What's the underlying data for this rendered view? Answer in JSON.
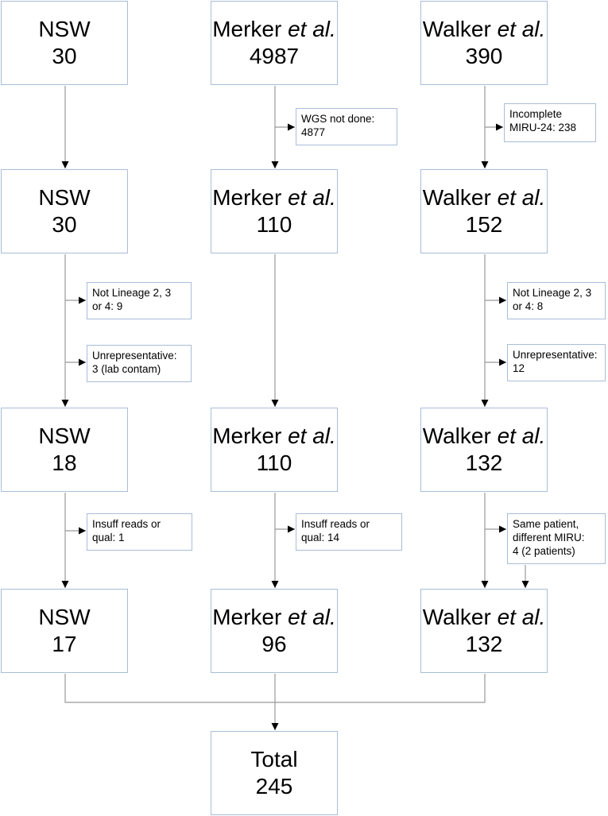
{
  "columns": [
    {
      "boxes": [
        {
          "name": "NSW",
          "italic": "",
          "count": "30"
        },
        {
          "name": "NSW",
          "italic": "",
          "count": "30"
        },
        {
          "name": "NSW",
          "italic": "",
          "count": "18"
        },
        {
          "name": "NSW",
          "italic": "",
          "count": "17"
        }
      ]
    },
    {
      "boxes": [
        {
          "name": "Merker ",
          "italic": "et al.",
          "count": "4987"
        },
        {
          "name": "Merker ",
          "italic": "et al.",
          "count": "110"
        },
        {
          "name": "Merker ",
          "italic": "et al.",
          "count": "110"
        },
        {
          "name": "Merker ",
          "italic": "et al.",
          "count": "96"
        }
      ]
    },
    {
      "boxes": [
        {
          "name": "Walker ",
          "italic": "et al.",
          "count": "390"
        },
        {
          "name": "Walker ",
          "italic": "et al.",
          "count": "152"
        },
        {
          "name": "Walker ",
          "italic": "et al.",
          "count": "132"
        },
        {
          "name": "Walker ",
          "italic": "et al.",
          "count": "132"
        }
      ]
    }
  ],
  "total": {
    "name": "Total",
    "count": "245"
  },
  "exclusions": {
    "nsw_lineage": [
      "Not Lineage 2, 3",
      "or 4: 9"
    ],
    "nsw_unrep": [
      "Unrepresentative:",
      "3 (lab contam)"
    ],
    "nsw_reads": [
      "Insuff reads or",
      "qual: 1"
    ],
    "merker_wgs": [
      "WGS not done:",
      "4877"
    ],
    "merker_reads": [
      "Insuff reads or",
      "qual: 14"
    ],
    "walker_miru": [
      "Incomplete",
      "MIRU-24: 238"
    ],
    "walker_lineage": [
      "Not Lineage 2, 3",
      "or 4: 8"
    ],
    "walker_unrep": [
      "Unrepresentative:",
      "12"
    ],
    "walker_same": [
      "Same patient,",
      "different MIRU:",
      "4 (2 patients)"
    ]
  },
  "colors": {
    "box_border": "#a9bdd8",
    "line": "#999999",
    "arrow": "#000000"
  }
}
